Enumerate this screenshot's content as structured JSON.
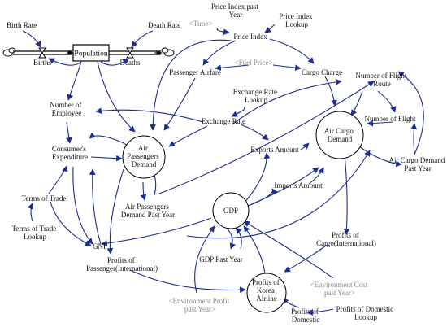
{
  "stock": {
    "population": "Population"
  },
  "flows": {
    "births": "Births",
    "deaths": "Deaths"
  },
  "variables": {
    "birth_rate": "Birth Rate",
    "death_rate": "Death Rate",
    "price_index_past_year": [
      "Price Index past",
      "Year"
    ],
    "time": "<Time>",
    "price_index_lookup": [
      "Price Index",
      "Lookup"
    ],
    "price_index": "Price Index",
    "passenger_airfare": "Passenger Airfare",
    "fuel_price": "<Fuel Price>",
    "cargo_charge": "Cargo Charge",
    "number_of_flight_route": [
      "Number of Flight",
      "Route"
    ],
    "exchange_rate_lookup": [
      "Exchange Rate",
      "Lookup"
    ],
    "number_of_employee": [
      "Number of",
      "Employee"
    ],
    "exchange_rate": "Exchange Rate",
    "number_of_flight": "Number of Flight",
    "consumers_expenditure": [
      "Consumer's",
      "Expenditure"
    ],
    "exports_amount": "Exports Amount",
    "air_cargo_demand": [
      "Air Cargo",
      "Demand"
    ],
    "air_passengers_demand": [
      "Air",
      "Passengers",
      "Demand"
    ],
    "air_cargo_demand_past_year": [
      "Air Cargo Demand",
      "Past Year"
    ],
    "imports_amount": "Imports Amount",
    "terms_of_trade": "Terms of Trade",
    "air_passengers_demand_past_year": [
      "Air Passengers",
      "Demand Past Year"
    ],
    "gdp": "GDP",
    "terms_of_trade_lookup": [
      "Terms of Trade",
      "Lookup"
    ],
    "gni": "GNI",
    "profits_of_cargo": [
      "Profits of",
      "Cargo(International)"
    ],
    "gdp_past_year": "GDP Past Year",
    "profits_of_passenger": [
      "Profits of",
      "Passenger(International)"
    ],
    "environment_cost_past_year": [
      "<Environment Cost",
      "past Year>"
    ],
    "profits_of_korea_airline": [
      "Profits of",
      "Korea",
      "Airline"
    ],
    "environment_profit_past_year": [
      "<Environment Profit",
      "past Year>"
    ],
    "profits_of_domestic_lookup": [
      "Profits of Domestic",
      "Lookup"
    ],
    "profits_of_domestic": [
      "Profits of",
      "Domestic"
    ]
  }
}
